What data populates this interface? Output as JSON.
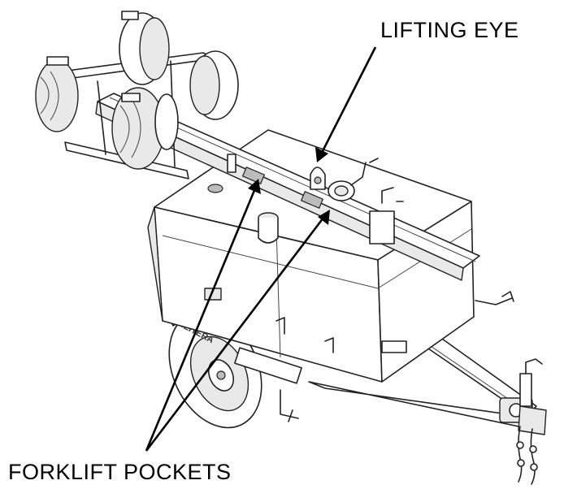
{
  "callouts": {
    "lifting_eye": "LIFTING EYE",
    "forklift_pockets": "FORKLIFT POCKETS"
  },
  "tire_text": "HEITERA"
}
